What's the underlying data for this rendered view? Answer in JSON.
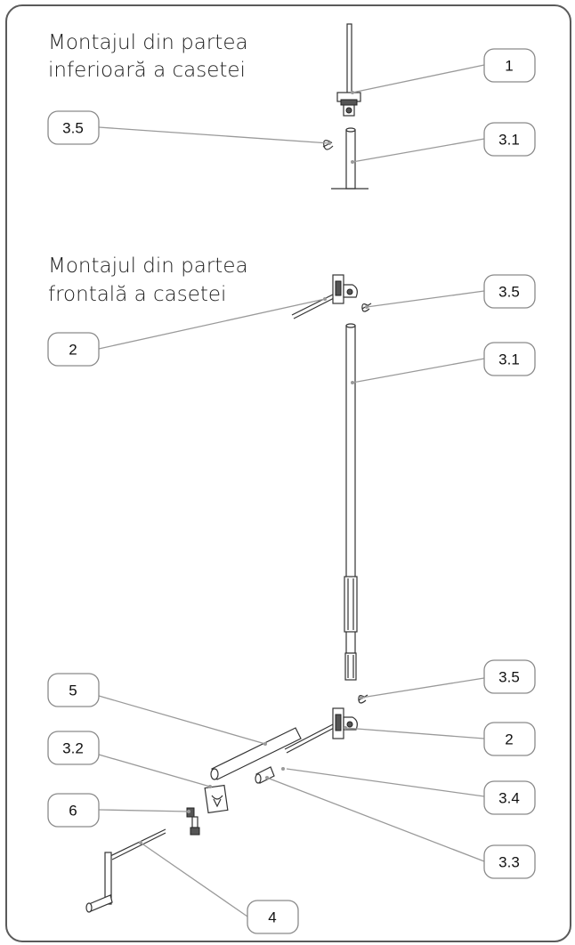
{
  "headings": {
    "bottom_mount_line1": "Montajul din partea",
    "bottom_mount_line2": "inferioară a casetei",
    "front_mount_line1": "Montajul din partea",
    "front_mount_line2": "frontală a casetei"
  },
  "callouts": [
    {
      "id": "top-1",
      "text": "1"
    },
    {
      "id": "top-3-5",
      "text": "3.5"
    },
    {
      "id": "top-3-1",
      "text": "3.1"
    },
    {
      "id": "front-3-5-a",
      "text": "3.5"
    },
    {
      "id": "front-2-a",
      "text": "2"
    },
    {
      "id": "front-3-1",
      "text": "3.1"
    },
    {
      "id": "front-5",
      "text": "5"
    },
    {
      "id": "front-3-5-b",
      "text": "3.5"
    },
    {
      "id": "front-3-2",
      "text": "3.2"
    },
    {
      "id": "front-2-b",
      "text": "2"
    },
    {
      "id": "front-6",
      "text": "6"
    },
    {
      "id": "front-3-4",
      "text": "3.4"
    },
    {
      "id": "front-3-3",
      "text": "3.3"
    },
    {
      "id": "front-4",
      "text": "4"
    }
  ],
  "colors": {
    "frame": "#5a5a5a",
    "callout_border": "#8a8a8a",
    "leader": "#9a9a9a",
    "part_stroke": "#333333"
  }
}
